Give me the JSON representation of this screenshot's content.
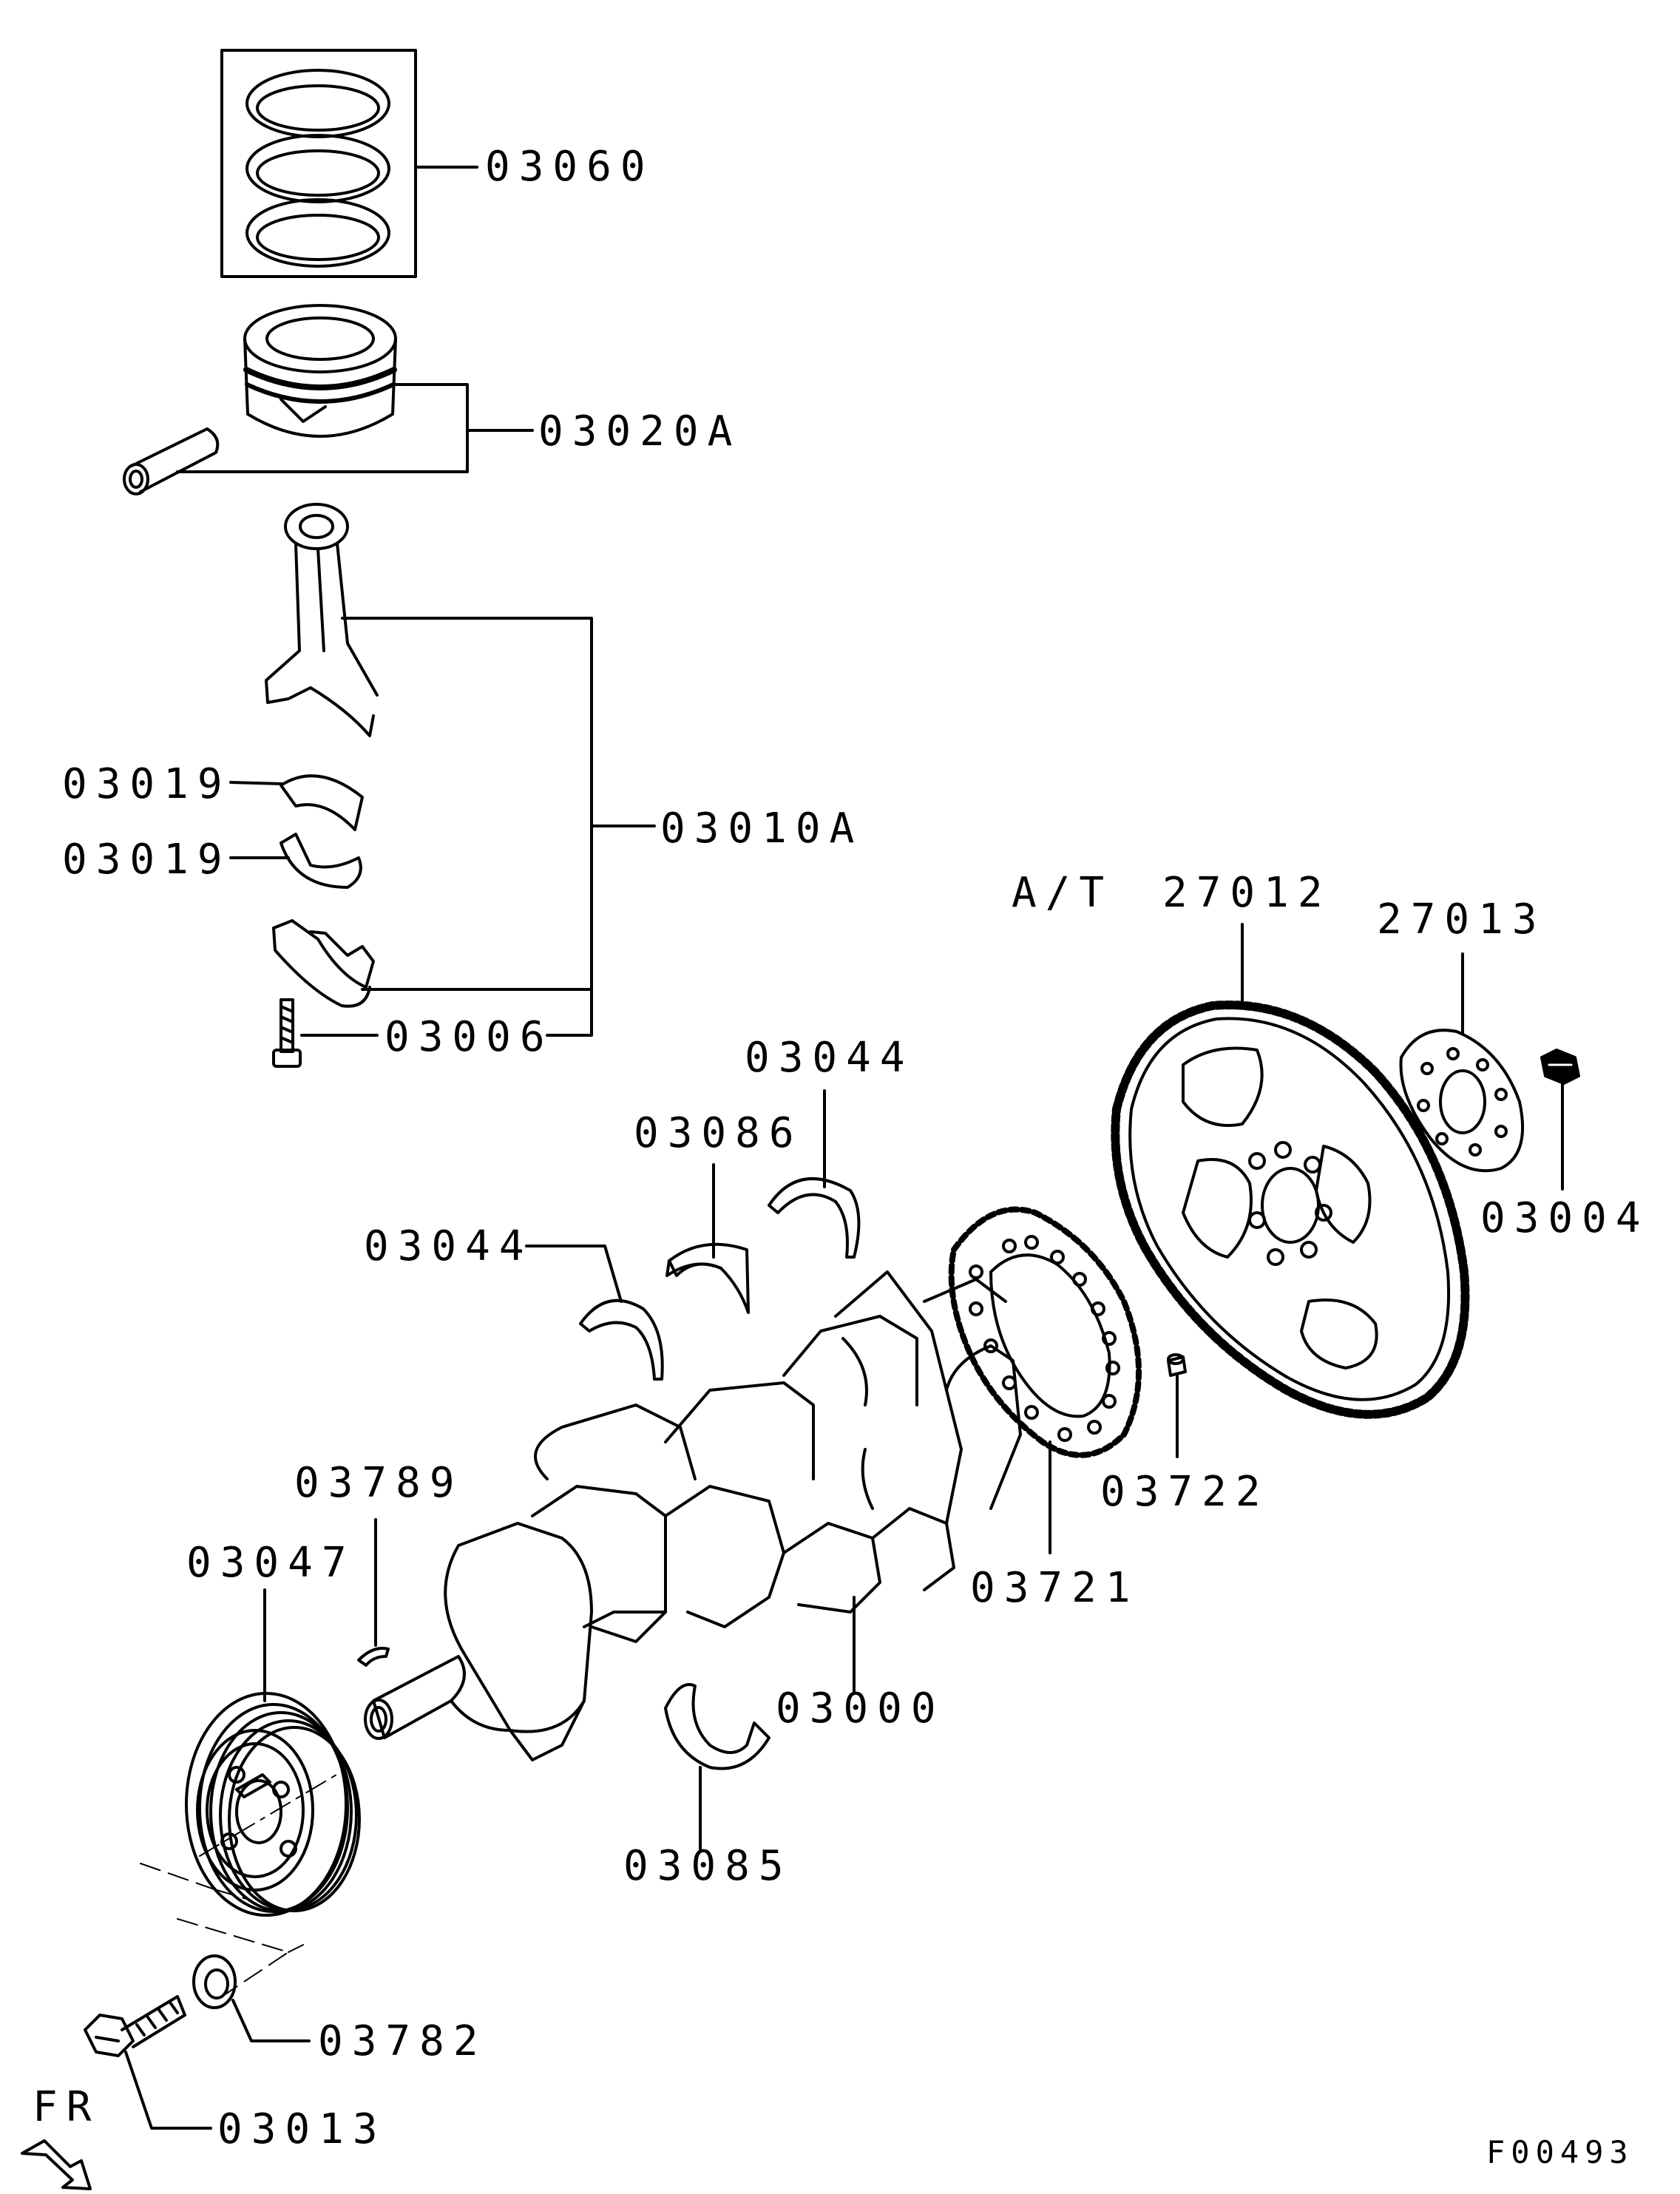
{
  "diagram": {
    "part_labels": {
      "p03060": "03060",
      "p03020A": "03020A",
      "p03019_a": "03019",
      "p03019_b": "03019",
      "p03010A": "03010A",
      "p03006": "03006",
      "p03044_a": "03044",
      "p03086": "03086",
      "p03044_b": "03044",
      "p27012": "27012",
      "p27013": "27013",
      "p03004": "03004",
      "p03722": "03722",
      "p03721": "03721",
      "p03000": "03000",
      "p03789": "03789",
      "p03047": "03047",
      "p03085": "03085",
      "p03782": "03782",
      "p03013": "03013"
    },
    "transmission_note": "A/T",
    "direction_label": "FR",
    "figure_code": "F00493"
  }
}
